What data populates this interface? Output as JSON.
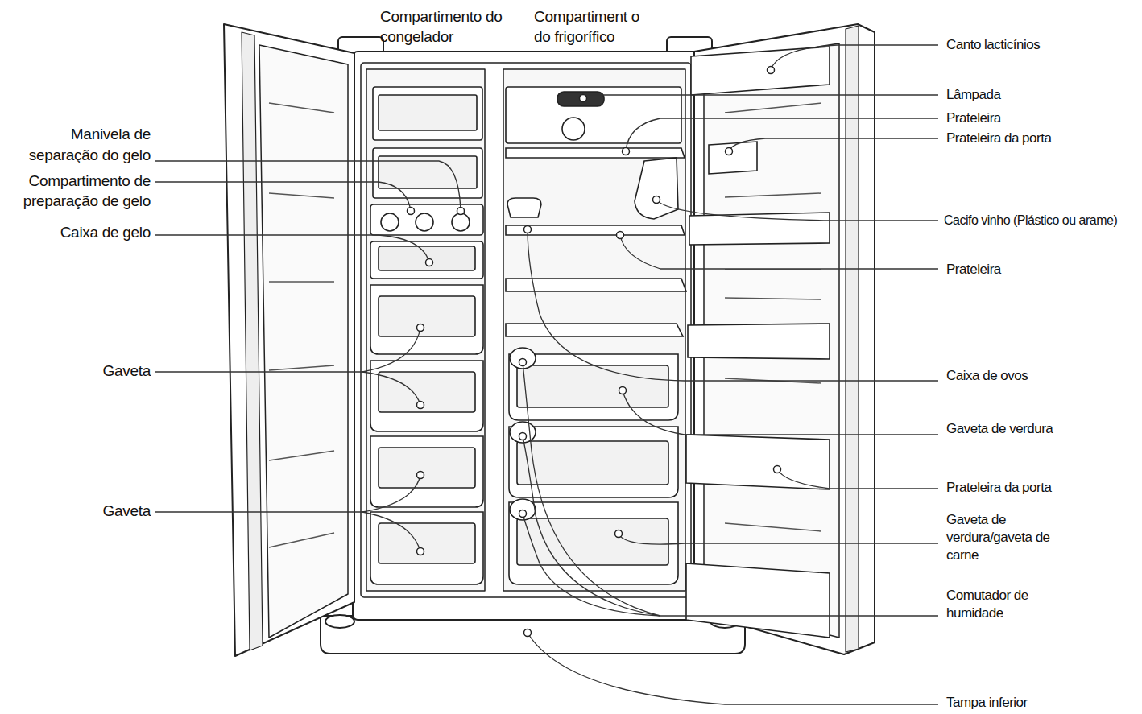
{
  "diagram": {
    "labels": [
      "Compartimento do congelador",
      "Compartiment o do frigorífico",
      "Manivela de separação do gelo",
      "Compartimento de preparação de gelo",
      "Caixa de gelo",
      "Gaveta",
      "Gaveta",
      "Canto lacticínios",
      "Lâmpada",
      "Prateleira",
      "Prateleira da porta",
      "Cacifo vinho (Plástico ou arame)",
      "Prateleira",
      "Caixa de ovos",
      "Gaveta de verdura",
      "Prateleira da porta",
      "Gaveta de verdura/gaveta de carne",
      "Comutador de humidade",
      "Tampa inferior"
    ]
  }
}
